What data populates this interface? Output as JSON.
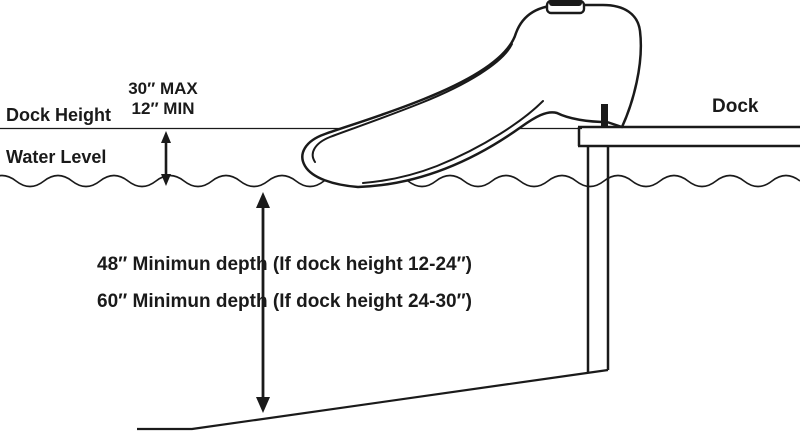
{
  "diagram": {
    "title": "Dock slide installation depth diagram",
    "labels": {
      "dock_height": "Dock Height",
      "water_level": "Water Level",
      "max_height": "30″ MAX",
      "min_height": "12″ MIN",
      "dock": "Dock",
      "depth_48": "48″ Minimun depth (If dock height 12-24″)",
      "depth_60": "60″ Minimun depth (If dock height 24-30″)"
    },
    "colors": {
      "line": "#1a1a1a",
      "background": "#ffffff"
    }
  }
}
